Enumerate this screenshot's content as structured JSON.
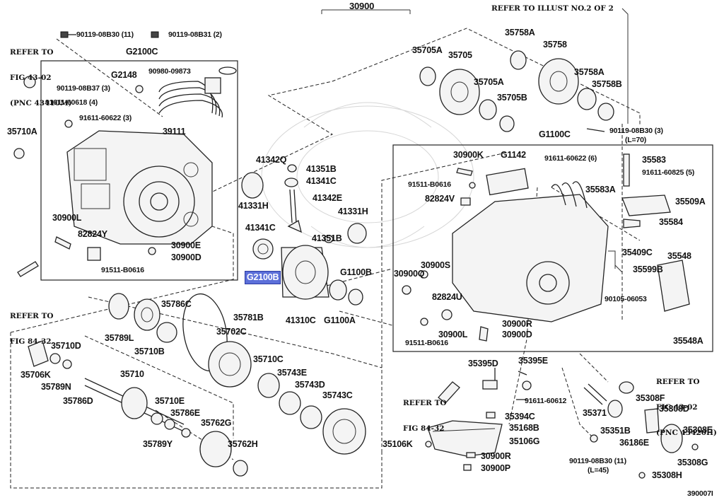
{
  "title": "30900",
  "illustration_code": "390007I",
  "top_ref": "REFER TO ILLUST NO.2 OF 2",
  "refs": {
    "ref_43_02_a": [
      "REFER TO",
      "FIG 43-02",
      "(PNC 43410M)"
    ],
    "ref_84_32_a": [
      "REFER TO",
      "FIG 84-32"
    ],
    "ref_84_32_b": [
      "REFER TO",
      "FIG 84-32"
    ],
    "ref_43_02_b": [
      "REFER TO",
      "FIG 43-02",
      "(PNC 43420H)"
    ]
  },
  "highlighted_part": "G2100B",
  "labels": {
    "p90119_08b30_11": "90119-08B30 (11)",
    "p90119_08b31_2": "90119-08B31 (2)",
    "g2100c": "G2100C",
    "g2148": "G2148",
    "p90980_09873": "90980-09873",
    "p90119_08b37_3": "90119-08B37 (3)",
    "p91611_60618_4": "91611-60618 (4)",
    "p91611_60622_3": "91611-60622 (3)",
    "p35710a": "35710A",
    "p39111": "39111",
    "p30900l_a": "30900L",
    "p82824y": "82824Y",
    "p30900e": "30900E",
    "p30900d_a": "30900D",
    "p91511_b0616_a": "91511-B0616",
    "p35705a_a": "35705A",
    "p35705": "35705",
    "p35758a_a": "35758A",
    "p35758": "35758",
    "p35758a_b": "35758A",
    "p35758b": "35758B",
    "p35705a_b": "35705A",
    "p35705b": "35705B",
    "p90119_08b30_3": "90119-08B30 (3)",
    "l70": "(L=70)",
    "g1100c": "G1100C",
    "p30900k": "30900K",
    "g1142": "G1142",
    "p91611_60622_6": "91611-60622 (6)",
    "p35583": "35583",
    "p91611_60825_5": "91611-60825 (5)",
    "p91511_b0616_b": "91511-B0616",
    "p35583a": "35583A",
    "p82824v": "82824V",
    "p35509a": "35509A",
    "p35584": "35584",
    "p41342q": "41342Q",
    "p41351b_a": "41351B",
    "p41341c_a": "41341C",
    "p41342e": "41342E",
    "p41331h_a": "41331H",
    "p41331h_b": "41331H",
    "p41341c_b": "41341C",
    "p41351b_b": "41351B",
    "p41310c": "41310C",
    "g1100b": "G1100B",
    "g1100a": "G1100A",
    "p30900q": "30900Q",
    "p30900s": "30900S",
    "p82824u": "82824U",
    "p35409c": "35409C",
    "p35548": "35548",
    "p35599b": "35599B",
    "p90105_06053": "90105-06053",
    "p30900r_a": "30900R",
    "p30900d_b": "30900D",
    "p30900l_b": "30900L",
    "p91511_b0616_c": "91511-B0616",
    "p35548a": "35548A",
    "p35786c": "35786C",
    "p35781b": "35781B",
    "p35789l": "35789L",
    "p35710b": "35710B",
    "p35702c": "35702C",
    "p35710d": "35710D",
    "p35706k": "35706K",
    "p35789n": "35789N",
    "p35786d": "35786D",
    "p35710": "35710",
    "p35710c": "35710C",
    "p35743e": "35743E",
    "p35743d": "35743D",
    "p35743c": "35743C",
    "p35710e": "35710E",
    "p35786e": "35786E",
    "p35762g": "35762G",
    "p35789y": "35789Y",
    "p35762h": "35762H",
    "p35395d": "35395D",
    "p35395e": "35395E",
    "p91611_60612": "91611-60612",
    "p35394c": "35394C",
    "p35168b": "35168B",
    "p35106g": "35106G",
    "p35106k": "35106K",
    "p30900r_b": "30900R",
    "p30900p": "30900P",
    "p35371": "35371",
    "p35308f": "35308F",
    "p35308d": "35308D",
    "p35351b": "35351B",
    "p36186e": "36186E",
    "p35308e": "35308E",
    "p90119_08b30_11b": "90119-08B30 (11)",
    "l45": "(L=45)",
    "p35308g": "35308G",
    "p35308h": "35308H"
  }
}
